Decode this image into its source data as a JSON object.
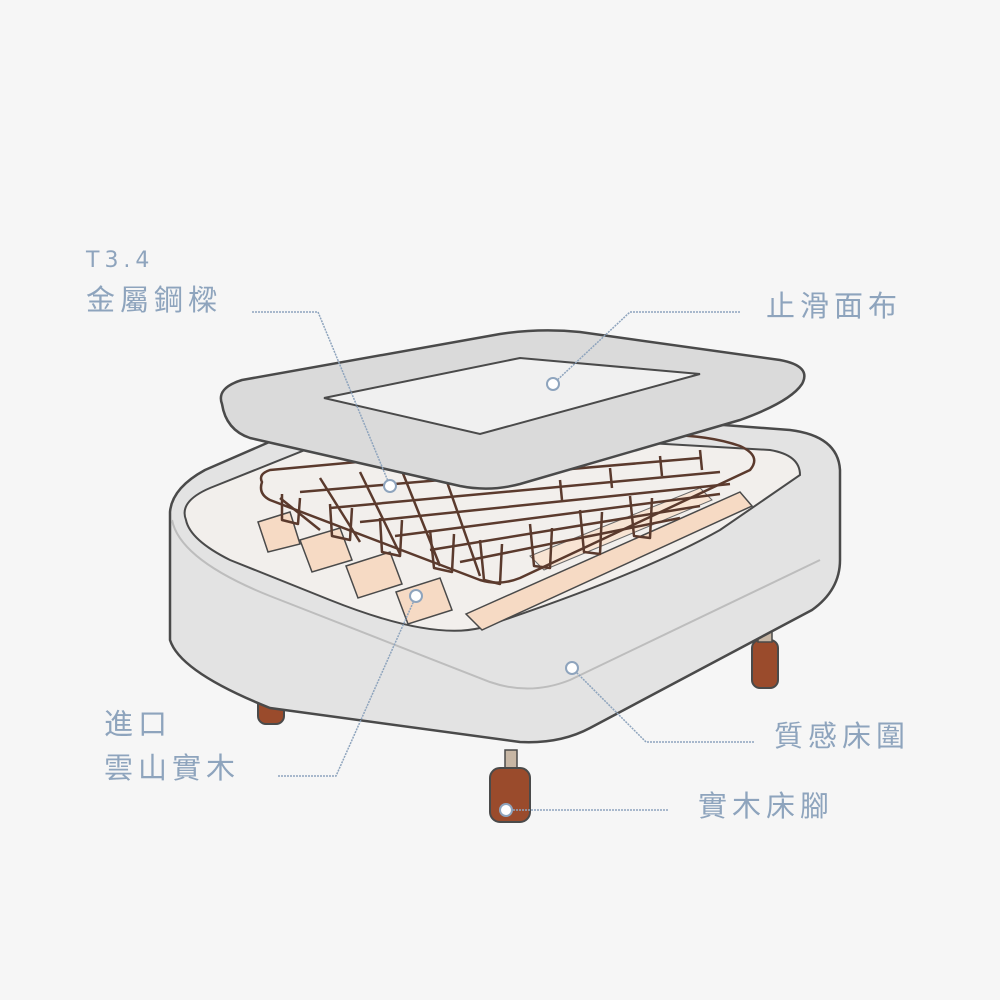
{
  "callouts": {
    "steel_spring": {
      "line1": "T3.4",
      "line2": "金屬鋼樑"
    },
    "nonslip_fabric": {
      "text": "止滑面布"
    },
    "imported_wood": {
      "line1": "進口",
      "line2": "雲山實木"
    },
    "textured_surround": {
      "text": "質感床圍"
    },
    "solid_wood_legs": {
      "text": "實木床腳"
    }
  },
  "colors": {
    "background": "#f6f6f6",
    "label": "#8ea4bd",
    "leader_line": "#8ea4bd",
    "outline": "#4a4a4a",
    "base_fill": "#e3e3e3",
    "topper_fill": "#dadada",
    "slat_fill": "#f6dac4",
    "spring_wire": "#5b3a2d",
    "leg_fill": "#9a4b2c"
  }
}
